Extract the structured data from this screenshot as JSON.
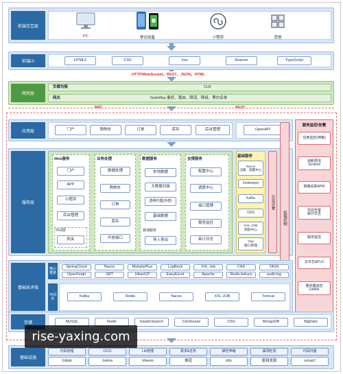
{
  "layers": {
    "frontend_interaction": {
      "label": "前端交互层",
      "items": [
        "PC",
        "移动设备",
        "小程序",
        "其他"
      ]
    },
    "frontend_ui": {
      "label": "前端UI",
      "items": [
        "HTML5",
        "CSS",
        "Vue",
        "Reactor",
        "TypeScript"
      ]
    },
    "protocols": "HTTP/WebSocket、REST、JSON、HTML",
    "gateway": {
      "label": "网关层",
      "lb_label": "负载均衡",
      "lb_value": "CLB",
      "gw_label": "网关",
      "gw_value": "GateWay 鉴权、路由、限流、降级、黑白名单"
    },
    "rpc": "RPC",
    "rest": "REST",
    "application": {
      "label": "应用层",
      "items": [
        "门户",
        "购物车",
        "订单",
        "库存",
        "后台管理"
      ],
      "openapi": "OpenAPI"
    },
    "service": {
      "label": "服务层",
      "web": {
        "title": "Web服务",
        "items": [
          "门户",
          "APP",
          "小程序",
          "后台管理"
        ],
        "mid_title": "中间层",
        "mid_item": "网关"
      },
      "biz": {
        "title": "业务处理",
        "items": [
          "数据处理",
          "购物车",
          "订单",
          "库存",
          "开放接口"
        ]
      },
      "data": {
        "title": "数据服务",
        "items": [
          "本地数据",
          "大数据对接",
          "透明代理(外部)",
          "基础数据"
        ],
        "other_title": "其他服务",
        "other_item": "导入导出"
      },
      "support": {
        "title": "支撑服务",
        "items": [
          "配置中心",
          "调度中心",
          "接口管理",
          "服务监控",
          "审计日志"
        ]
      },
      "base": {
        "title": "基础服务",
        "items": [
          "Nacos\n注册、配置中心",
          "Zookeeper",
          "Kafka",
          "OSS",
          "XXL-JOB\n调度中心",
          "Yapi\n接口管理"
        ]
      },
      "log": "日志记录",
      "perm": "权限控制"
    },
    "monitor": {
      "title": "服务监控/告警",
      "items": [
        "应用监控(神策)",
        "熔断限流\nSentinel",
        "链路追踪APM",
        "风控告警\n审计日志",
        "服务监控",
        "云日志&PLG",
        "服务器监控\nZabbix"
      ]
    },
    "tech": {
      "label": "基础技术栈",
      "core_label": "核心\n框架",
      "core_row1": [
        "SpringCloud",
        "Nacos",
        "MybatisPlus",
        "LogBack",
        "XXL-Job",
        "CAS",
        "TASS"
      ],
      "core_row2": [
        "OpenFeigh",
        "JWT",
        "HikariCP",
        "EasyExcel",
        "Apache",
        "Redis-lettuce",
        "audit-log"
      ],
      "mw_label": "中间\n件",
      "mw_items": [
        "Kafka",
        "Redis",
        "Nacos",
        "XXL-JOB",
        "Tomcat"
      ]
    },
    "storage": {
      "label": "存储",
      "items": [
        "MySQL",
        "Redis",
        "ElasticSearch",
        "Clickhouse",
        "OSS",
        "MongoDB",
        "BigData"
      ]
    },
    "infra": {
      "label": "基础设施",
      "headers": [
        "代码管理",
        "CICD",
        "Lib管理",
        "需求&任务",
        "弹性伸缩",
        "漏洞检测",
        "代码扫描"
      ],
      "values": [
        "Gitlab",
        "Jekins",
        "Maven",
        "禅道",
        "k8s",
        "墨镜发版",
        "sonar2"
      ]
    }
  },
  "watermark": "rise-yaxing.com",
  "colors": {
    "blue_label": "#2b6aa4",
    "green_label": "#4f9a45",
    "lightblue_bg": "#d7e6f6",
    "green_bg": "#cfe8c0",
    "yellow_bg": "#fff3b0",
    "red": "#e12b2b"
  }
}
